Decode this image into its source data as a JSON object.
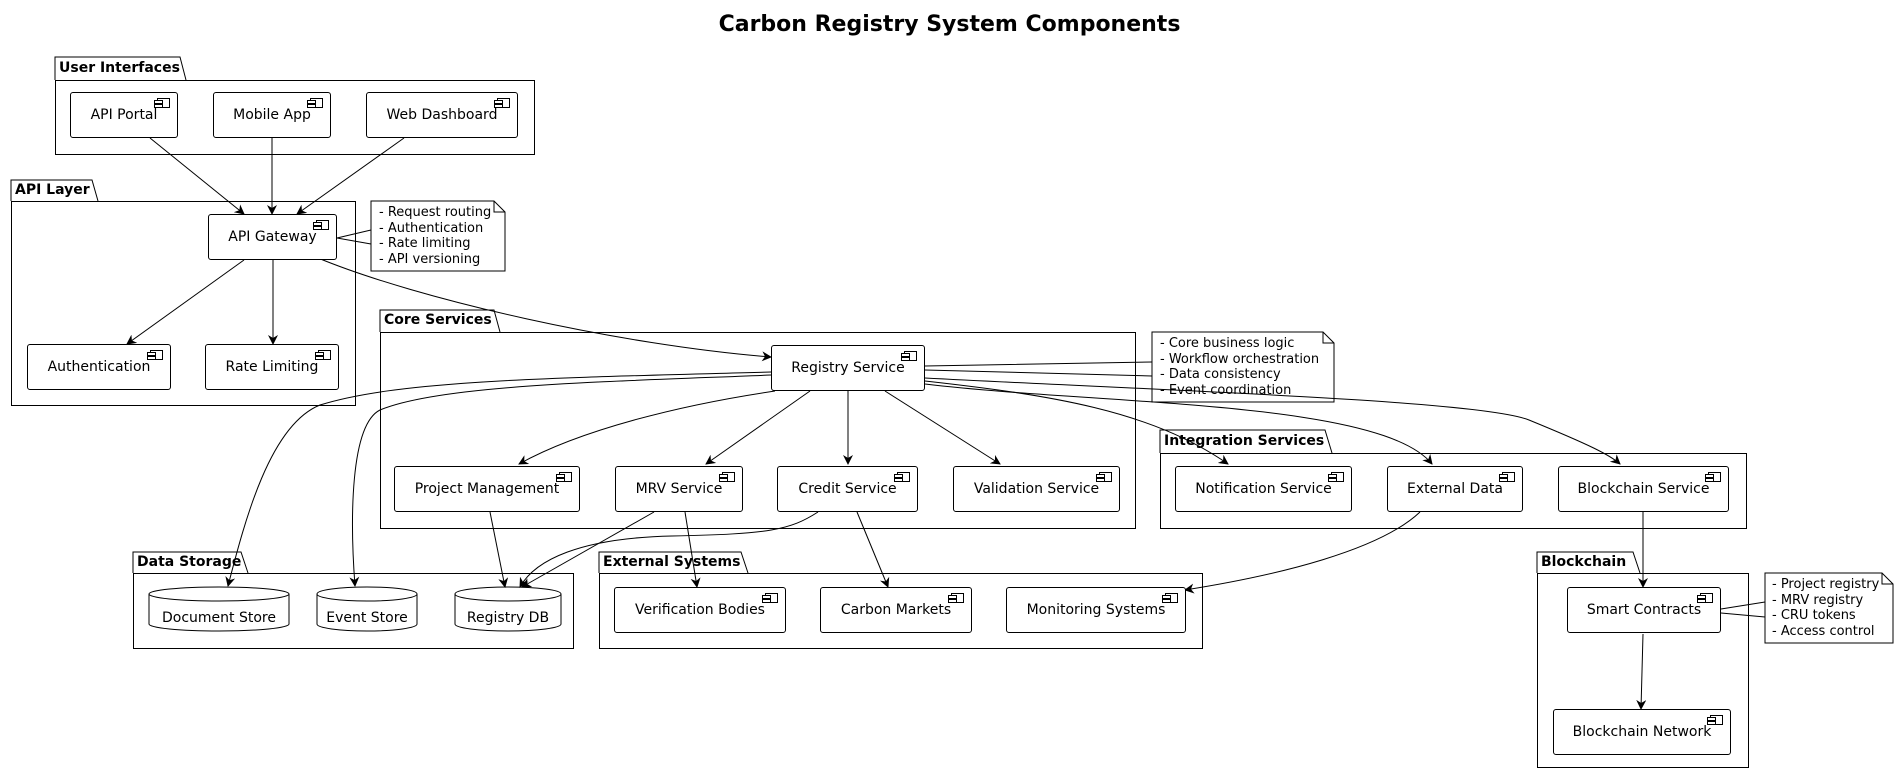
{
  "title": "Carbon Registry System Components",
  "packages": {
    "user_interfaces": "User Interfaces",
    "api_layer": "API Layer",
    "core_services": "Core Services",
    "integration_services": "Integration Services",
    "data_storage": "Data Storage",
    "external_systems": "External Systems",
    "blockchain": "Blockchain"
  },
  "components": {
    "api_portal": "API Portal",
    "mobile_app": "Mobile App",
    "web_dashboard": "Web Dashboard",
    "api_gateway": "API Gateway",
    "authentication": "Authentication",
    "rate_limiting": "Rate Limiting",
    "registry_service": "Registry Service",
    "project_management": "Project Management",
    "mrv_service": "MRV Service",
    "credit_service": "Credit Service",
    "validation_service": "Validation Service",
    "notification_service": "Notification Service",
    "external_data": "External Data",
    "blockchain_service": "Blockchain Service",
    "verification_bodies": "Verification Bodies",
    "carbon_markets": "Carbon Markets",
    "monitoring_systems": "Monitoring Systems",
    "smart_contracts": "Smart Contracts",
    "blockchain_network": "Blockchain Network"
  },
  "databases": {
    "document_store": "Document Store",
    "event_store": "Event Store",
    "registry_db": "Registry DB"
  },
  "notes": {
    "api_gateway_note": [
      "- Request routing",
      "- Authentication",
      "- Rate limiting",
      "- API versioning"
    ],
    "registry_note": [
      "- Core business logic",
      "- Workflow orchestration",
      "- Data consistency",
      "- Event coordination"
    ],
    "contracts_note": [
      "- Project registry",
      "- MRV registry",
      "- CRU tokens",
      "- Access control"
    ]
  }
}
